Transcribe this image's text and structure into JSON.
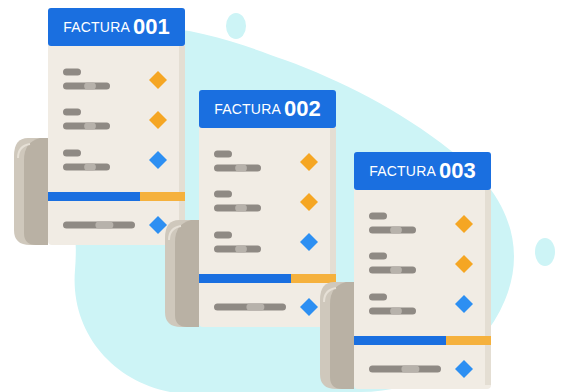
{
  "diagram": {
    "nodes": [
      {
        "text": [
          "FACTURA",
          "001"
        ]
      },
      {
        "text": [
          "FACTURA",
          "002"
        ]
      },
      {
        "text": [
          "FACTURA",
          "003"
        ]
      }
    ]
  }
}
